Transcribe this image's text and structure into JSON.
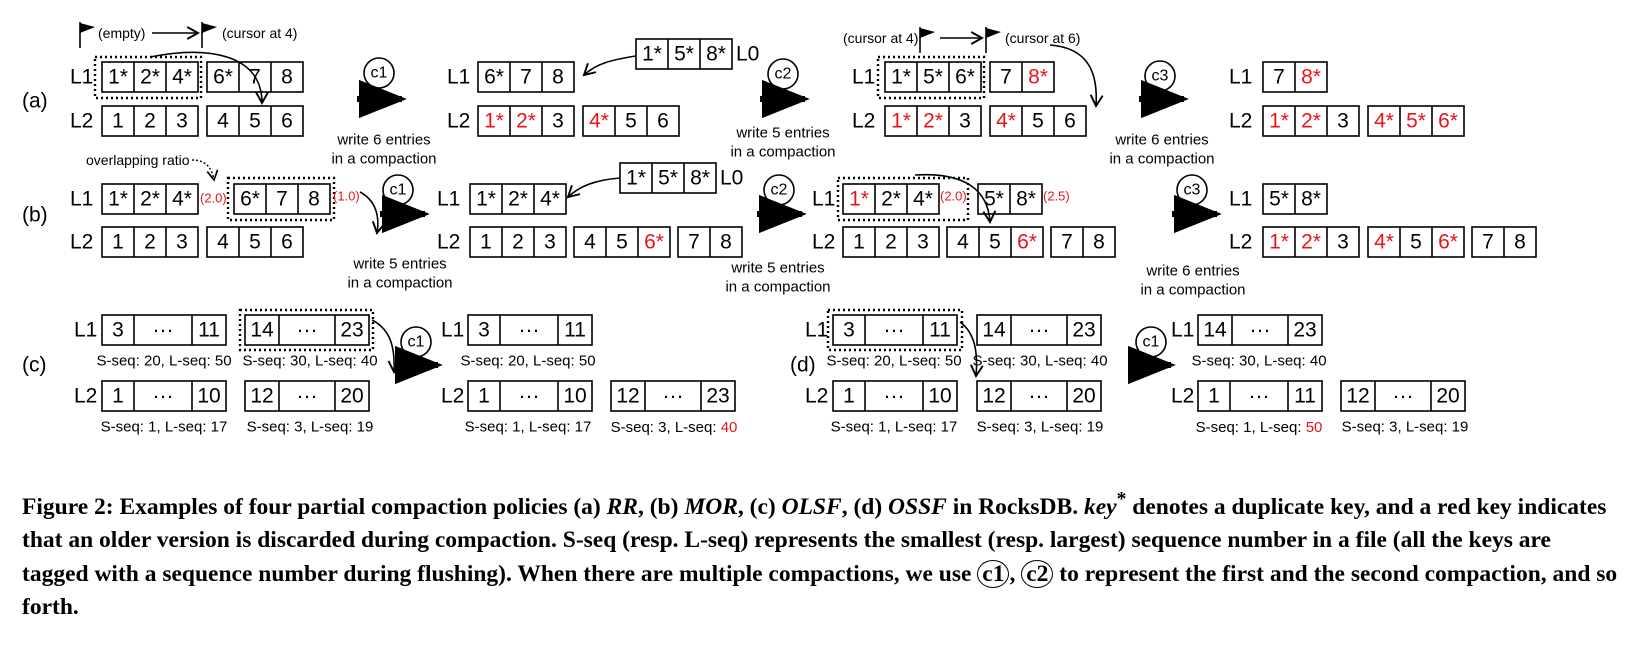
{
  "row_labels": {
    "a": "(a)",
    "b": "(b)",
    "c": "(c)",
    "d": "(d)"
  },
  "level_labels": {
    "l0": "L0",
    "l1": "L1",
    "l2": "L2"
  },
  "keys": {
    "k1": "1",
    "k2": "2",
    "k3": "3",
    "k4": "4",
    "k5": "5",
    "k6": "6",
    "k7": "7",
    "k8": "8",
    "k1s": "1*",
    "k2s": "2*",
    "k4s": "4*",
    "k5s": "5*",
    "k6s": "6*",
    "k8s": "8*",
    "k10": "10",
    "k11": "11",
    "k12": "12",
    "k14": "14",
    "k20": "20",
    "k23": "23",
    "dots": "···"
  },
  "annotations": {
    "empty": "(empty)",
    "cursor4": "(cursor at 4)",
    "cursor6": "(cursor at 6)",
    "overlapping_ratio": "overlapping ratio",
    "r20": "(2.0)",
    "r10": "(1.0)",
    "r25": "(2.5)"
  },
  "compactions": {
    "c1": "c1",
    "c2": "c2",
    "c3": "c3"
  },
  "writes": {
    "w6_line1": "write 6 entries",
    "w5_line1": "write 5 entries",
    "line2": "in a compaction"
  },
  "seq": {
    "s20l50": "S-seq: 20, L-seq: 50",
    "s30l40": "S-seq: 30, L-seq: 40",
    "s1l17": "S-seq: 1, L-seq: 17",
    "s3l19": "S-seq: 3, L-seq: 19",
    "s3_prefix": "S-seq: 3, L-seq: ",
    "s1_prefix": "S-seq: 1, L-seq: ",
    "v40": "40",
    "v50": "50"
  },
  "caption": {
    "p1": "Figure 2: Examples of four partial compaction policies (a) ",
    "rr": "RR",
    "p2": ", (b) ",
    "mor": "MOR",
    "p3": ", (c) ",
    "olsf": "OLSF",
    "p4": ", (d) ",
    "ossf": "OSSF",
    "p5": " in RocksDB. ",
    "key": "key",
    "star": "*",
    "p6": " denotes a duplicate key, and a red key indicates that an older version is discarded during compaction. S-seq (resp. L-seq) represents the smallest (resp. largest) sequence number in a file (all the keys are tagged with a sequence number during flushing). When there are multiple compactions, we use ",
    "c1": "c1",
    "comma": ", ",
    "c2": "c2",
    "p7": " to represent the first and the second compaction, and so forth."
  },
  "colors": {
    "ink": "#000000",
    "discarded": "#e8141b"
  }
}
